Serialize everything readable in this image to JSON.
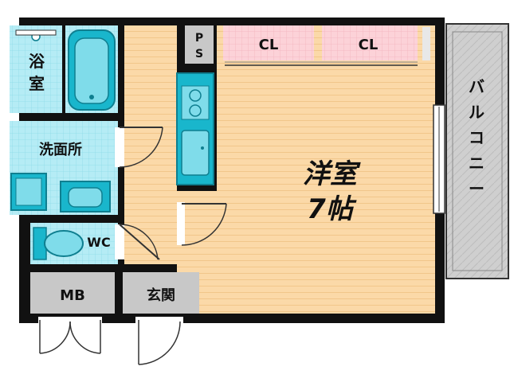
{
  "rooms": {
    "bath": {
      "line1": "浴",
      "line2": "室"
    },
    "washroom": "洗面所",
    "toilet": "WC",
    "meter_box": "MB",
    "entrance": "玄関",
    "pipe_space": {
      "line1": "P",
      "line2": "S"
    },
    "closet_left": "CL",
    "closet_right": "CL",
    "western_room": {
      "line1": "洋室",
      "line2": "7帖"
    },
    "balcony": {
      "c1": "バ",
      "c2": "ル",
      "c3": "コ",
      "c4": "ニ",
      "c5": "ー"
    }
  },
  "colors": {
    "wall": "#111111",
    "floor_wood": "#fbd9a8",
    "floor_tile": "#b5ecf5",
    "fixture": "#19b6cc",
    "closet": "#fcd2d8",
    "utility_gray": "#c8c8c8",
    "balcony_gray": "#cfcfcf"
  }
}
